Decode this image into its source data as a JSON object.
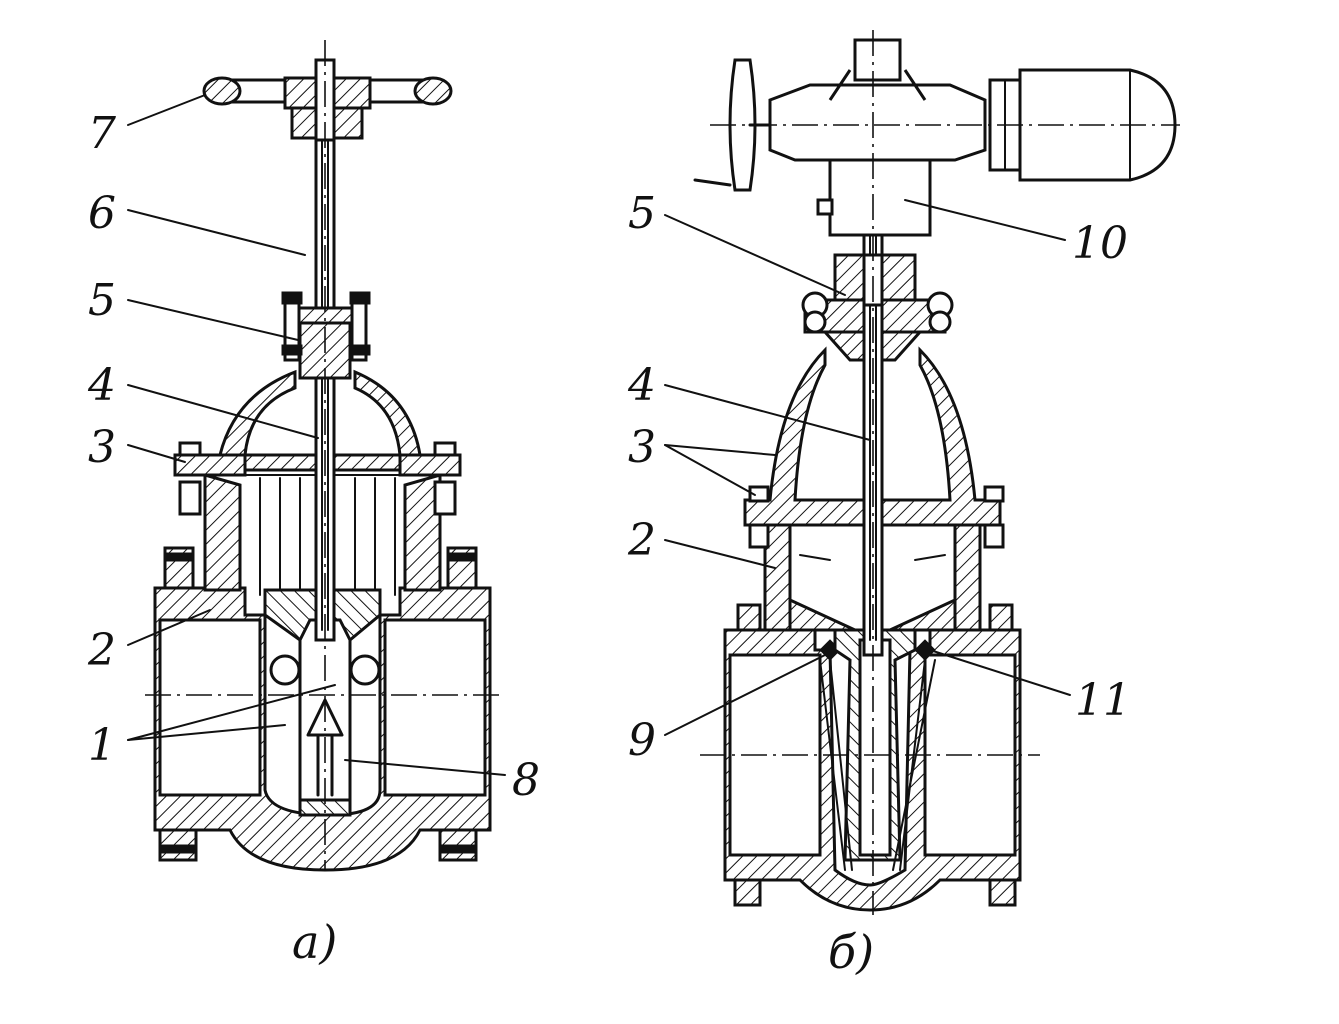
{
  "figure_a": {
    "caption": "а)",
    "labels": {
      "l1": "1",
      "l2": "2",
      "l3": "3",
      "l4": "4",
      "l5": "5",
      "l6": "6",
      "l7": "7",
      "l8": "8"
    }
  },
  "figure_b": {
    "caption": "б)",
    "labels": {
      "l2": "2",
      "l3": "3",
      "l4": "4",
      "l5": "5",
      "l9": "9",
      "l10": "10",
      "l11": "11"
    }
  }
}
